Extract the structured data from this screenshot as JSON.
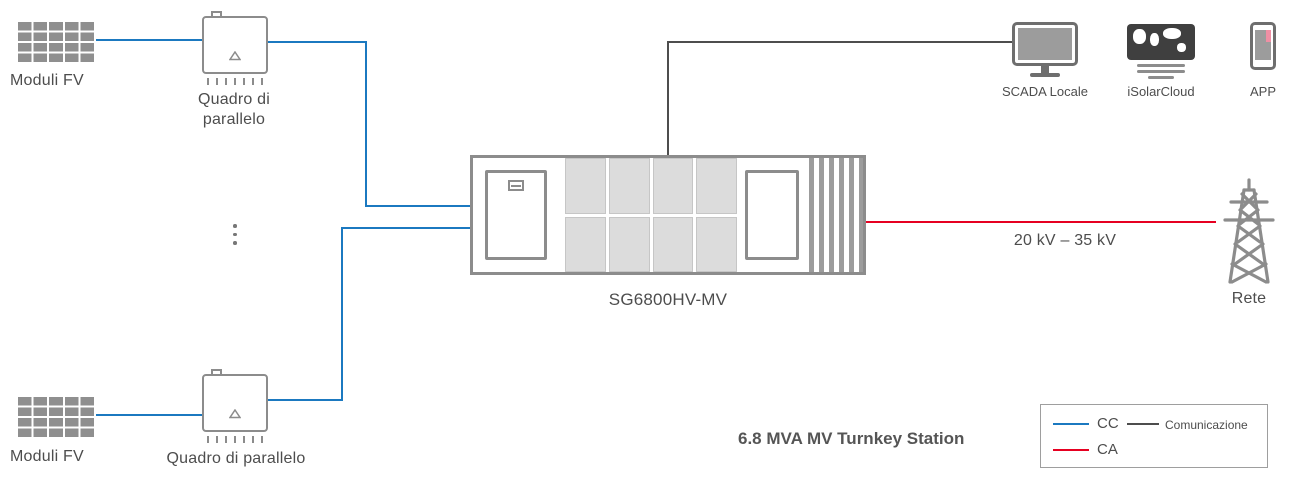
{
  "colors": {
    "cc": "#1b79c0",
    "ca": "#e60021",
    "comm": "#4d4d4d",
    "icon": "#8c8c8c",
    "text": "#4d4d4d"
  },
  "icons": {
    "pv_array": "solar-panel-grid",
    "combiner": "combiner-box-with-warning-triangle",
    "station": "mv-station-container",
    "scada": "desktop-monitor",
    "cloud": "world-map",
    "app": "smartphone",
    "grid": "transmission-tower"
  },
  "nodes": {
    "pv_top": {
      "label": "Moduli FV"
    },
    "pv_bottom": {
      "label": "Moduli FV"
    },
    "combiner_top": {
      "label_line1": "Quadro di",
      "label_line2": "parallelo"
    },
    "combiner_bottom": {
      "label": "Quadro di parallelo"
    },
    "station": {
      "label": "SG6800HV-MV"
    },
    "scada": {
      "label": "SCADA Locale"
    },
    "cloud": {
      "label": "iSolarCloud"
    },
    "app": {
      "label": "APP"
    },
    "grid": {
      "label": "Rete"
    }
  },
  "annotations": {
    "voltage": "20 kV – 35 kV",
    "title": "6.8 MVA MV Turnkey Station"
  },
  "legend": {
    "cc": "CC",
    "ca": "CA",
    "comm": "Comunicazione"
  }
}
